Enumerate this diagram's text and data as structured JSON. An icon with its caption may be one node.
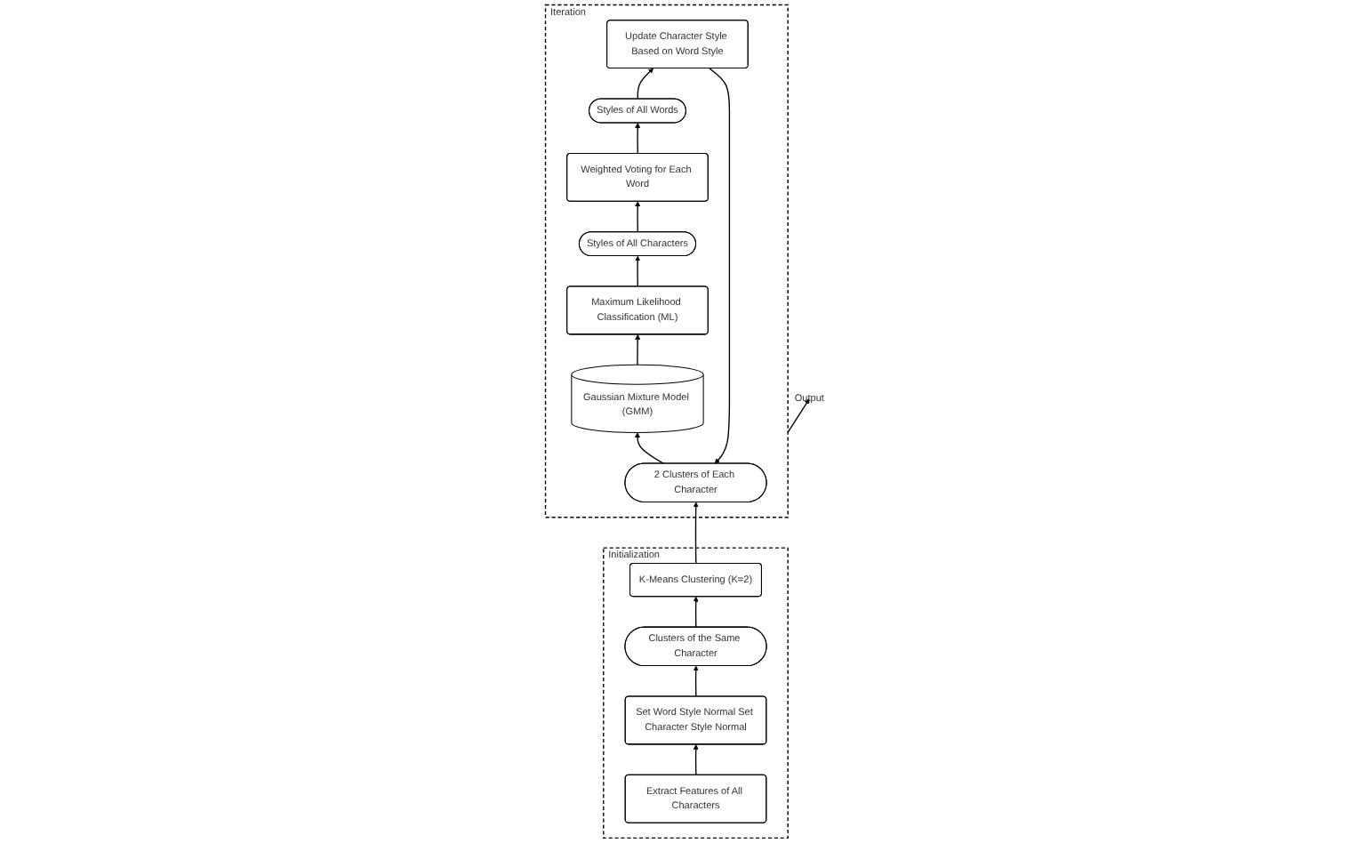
{
  "diagram": {
    "nodes": [
      {
        "text": [
          "Initialization"
        ]
      },
      {
        "text": [
          "K-Means Clustering (K=2)"
        ],
        "in": 0
      },
      {
        "text": [
          "Clusters of the Same Character"
        ],
        "in": 0
      },
      {
        "text": [
          "Set Word Style Normal Set Character Style Normal"
        ],
        "in": 0
      },
      {
        "text": [
          "Extract Features of All Characters"
        ],
        "in": 0
      },
      {
        "text": [
          "Iteration"
        ]
      },
      {
        "text": [
          "2 Clusters of Each Character"
        ],
        "in": 5
      },
      {
        "text": [
          "Gaussian Mixture Model (GMM)"
        ],
        "in": 5
      },
      {
        "text": [
          "Maximum Likelihood Classification (ML)"
        ],
        "in": 5
      },
      {
        "text": [
          "Styles of All Characters"
        ],
        "in": 5
      },
      {
        "text": [
          "Weighted Voting for Each Word"
        ],
        "in": 5
      },
      {
        "text": [
          "Styles of All Words"
        ],
        "in": 5
      },
      {
        "text": [
          "Update Character Style Based on Word Style"
        ],
        "in": 5
      },
      {
        "text": [
          "Output"
        ]
      }
    ],
    "edges": [
      {
        "from": 4,
        "to": 3,
        "arrow": "to"
      },
      {
        "from": 3,
        "to": 2,
        "arrow": "to"
      },
      {
        "from": 2,
        "to": 1,
        "arrow": "to"
      },
      {
        "from": 1,
        "to": 6,
        "arrow": "to"
      },
      {
        "from": 6,
        "to": 7,
        "arrow": "to"
      },
      {
        "from": 7,
        "to": 8,
        "arrow": "to"
      },
      {
        "from": 8,
        "to": 9,
        "arrow": "to"
      },
      {
        "from": 9,
        "to": 10,
        "arrow": "to"
      },
      {
        "from": 10,
        "to": 11,
        "arrow": "to"
      },
      {
        "from": 11,
        "to": 12,
        "arrow": "to"
      },
      {
        "from": 12,
        "to": 6,
        "arrow": "to"
      },
      {
        "from": 5,
        "to": 13,
        "arrow": "to"
      }
    ]
  }
}
